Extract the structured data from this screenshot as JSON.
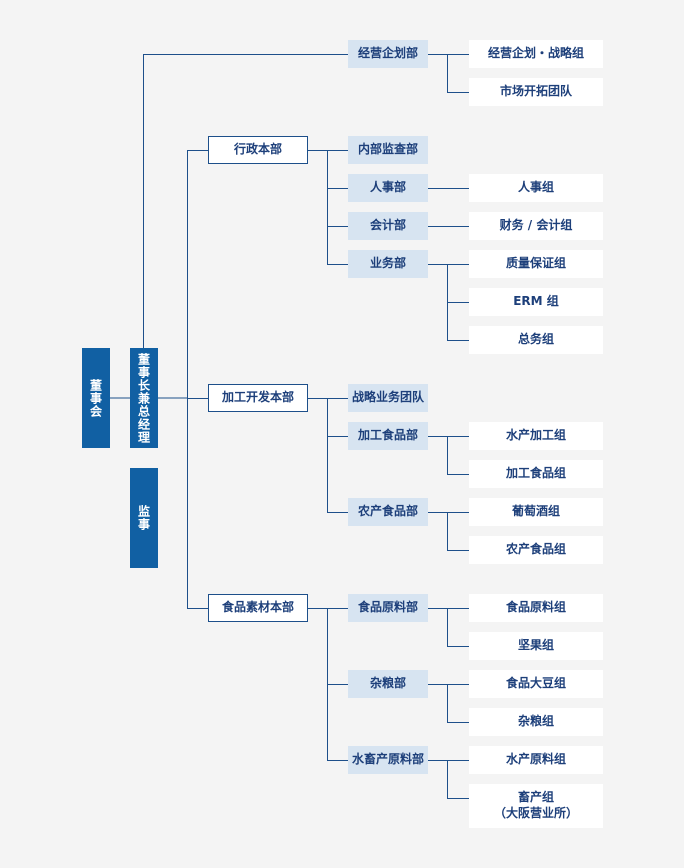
{
  "board": "董事会",
  "president": "董事长兼总经理",
  "auditor": "监事",
  "planning": {
    "dept": "经营企划部",
    "groups": [
      "经营企划・战略组",
      "市场开拓团队"
    ]
  },
  "admin": {
    "hq": "行政本部",
    "depts": [
      {
        "name": "内部监查部",
        "groups": []
      },
      {
        "name": "人事部",
        "groups": [
          "人事组"
        ]
      },
      {
        "name": "会计部",
        "groups": [
          "财务 / 会计组"
        ]
      },
      {
        "name": "业务部",
        "groups": [
          "质量保证组",
          "ERM 组",
          "总务组"
        ]
      }
    ]
  },
  "processing": {
    "hq": "加工开发本部",
    "depts": [
      {
        "name": "战略业务团队",
        "groups": []
      },
      {
        "name": "加工食品部",
        "groups": [
          "水产加工组",
          "加工食品组"
        ]
      },
      {
        "name": "农产食品部",
        "groups": [
          "葡萄酒组",
          "农产食品组"
        ]
      }
    ]
  },
  "materials": {
    "hq": "食品素材本部",
    "depts": [
      {
        "name": "食品原料部",
        "groups": [
          "食品原料组",
          "坚果组"
        ]
      },
      {
        "name": "杂粮部",
        "groups": [
          "食品大豆组",
          "杂粮组"
        ]
      },
      {
        "name": "水畜产原料部",
        "groups": [
          "水产原料组",
          "畜产组\n（大阪营业所）"
        ]
      }
    ]
  },
  "colors": {
    "primary": "#1160a3",
    "dept_fill": "#d7e4f1",
    "line": "#1d4f8a",
    "text": "#1d3f7a"
  }
}
